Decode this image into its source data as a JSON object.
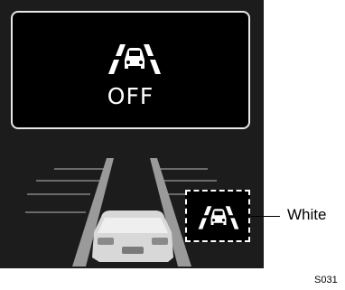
{
  "display": {
    "status_text": "OFF",
    "icon": "lane-departure-car-icon"
  },
  "indicator": {
    "icon": "lane-departure-car-icon",
    "callout_label": "White",
    "color": "#ffffff"
  },
  "figure_code": "S031"
}
